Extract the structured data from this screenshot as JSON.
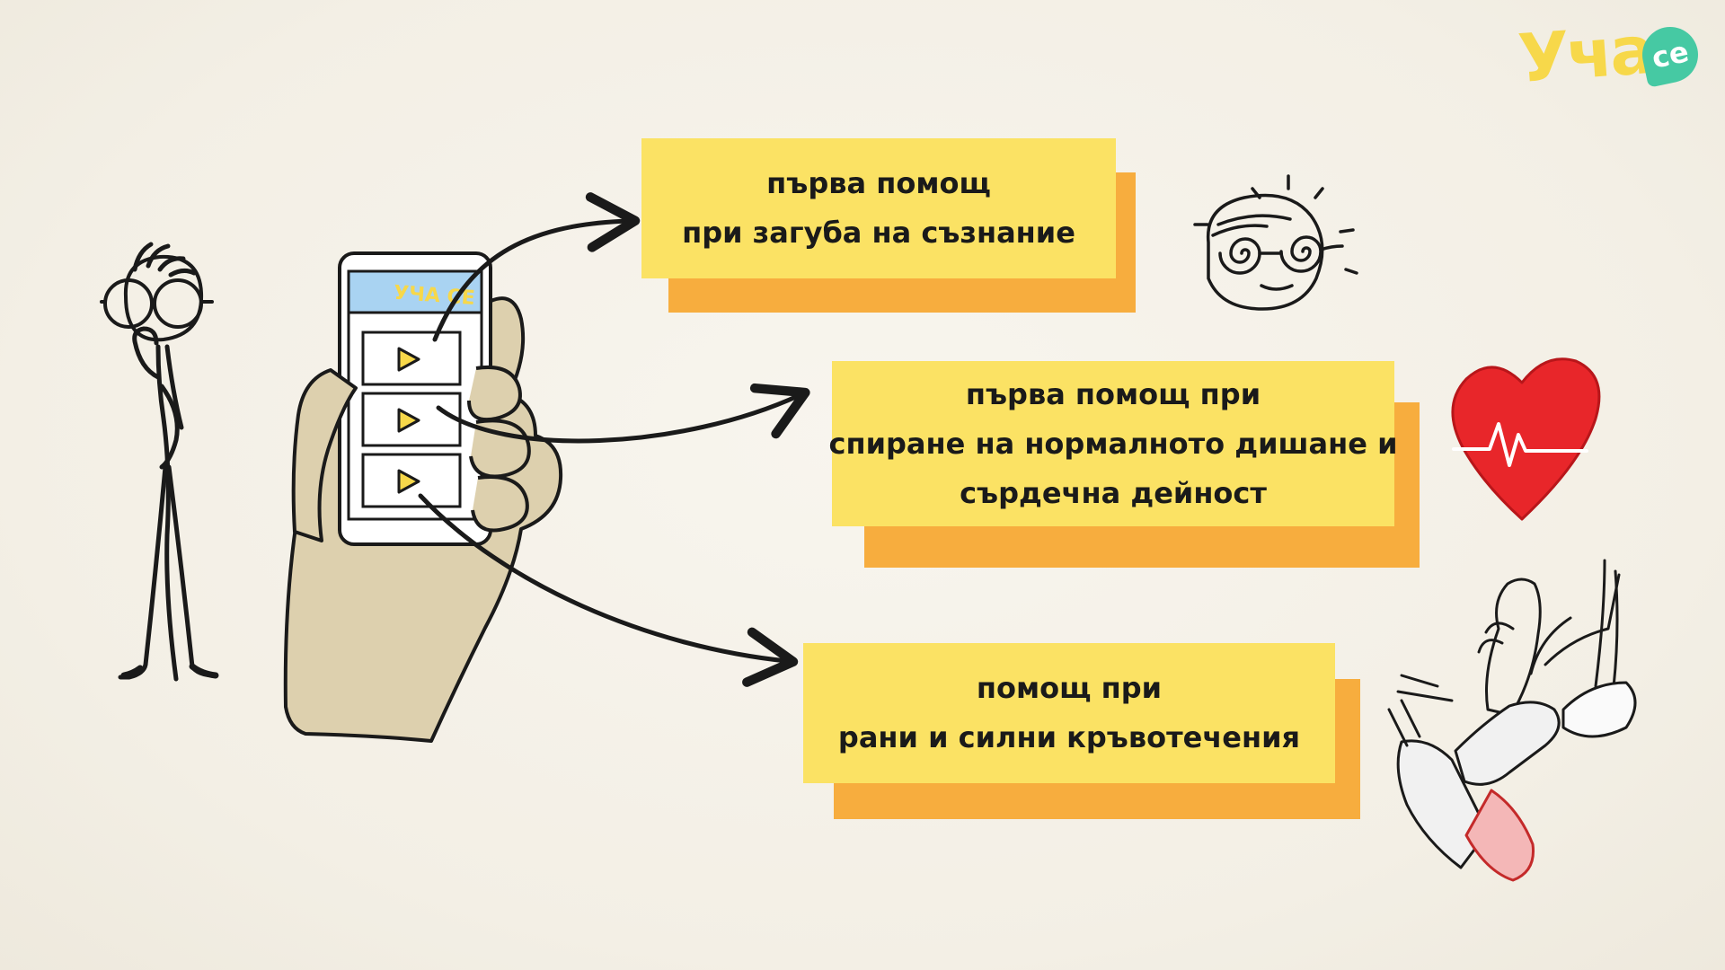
{
  "logo": {
    "text": "Уча",
    "badge": "се"
  },
  "phone": {
    "header_label": "УЧА СЕ"
  },
  "cards": [
    {
      "lines": [
        "първа помощ",
        "при загуба на съзнание"
      ]
    },
    {
      "lines": [
        "първа помощ при",
        "спиране на нормалното дишане и",
        "сърдечна дейност"
      ]
    },
    {
      "lines": [
        "помощ при",
        "рани и силни кръвотечения"
      ]
    }
  ],
  "colors": {
    "background": "#f5f1e8",
    "card_face": "#fbe264",
    "card_shadow": "#f7ad3e",
    "logo_text": "#f7d84a",
    "logo_badge": "#46c9a3",
    "heart": "#e8262a",
    "hand": "#ddd0ae",
    "phone_header": "#a9d3f2",
    "ink": "#1a1a1a"
  },
  "icons": [
    "stick-figure",
    "hand-holding-phone",
    "play-icon",
    "arrow-icon",
    "dizzy-face-icon",
    "heart-pulse-icon",
    "bandaged-wrist-icon"
  ]
}
